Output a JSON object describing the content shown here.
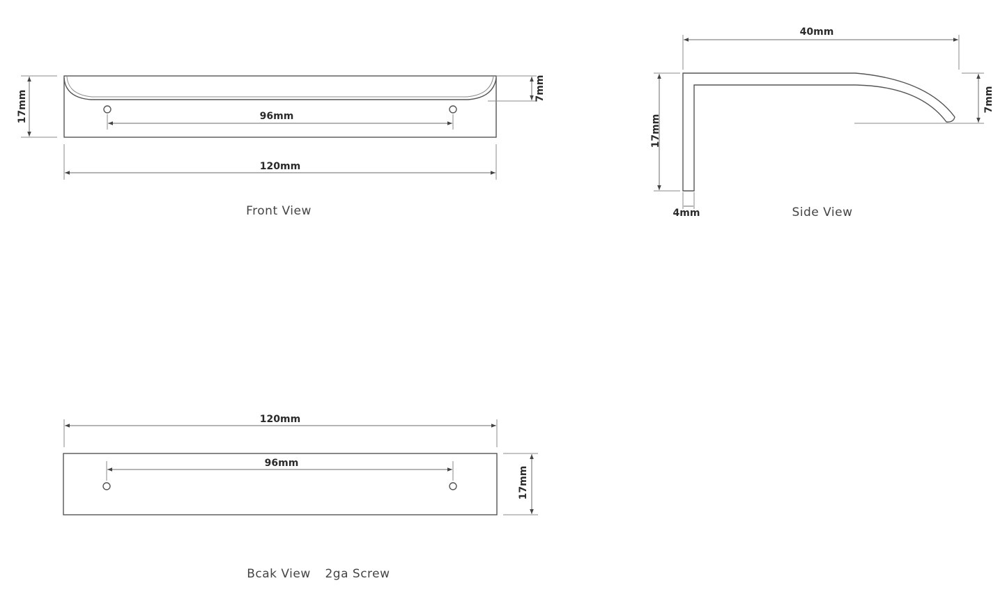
{
  "front_view": {
    "caption": "Front View",
    "dims": {
      "height": "17mm",
      "lip": "7mm",
      "hole_spacing": "96mm",
      "length": "120mm"
    }
  },
  "side_view": {
    "caption": "Side View",
    "dims": {
      "depth": "40mm",
      "height": "17mm",
      "tip": "7mm",
      "thickness": "4mm"
    }
  },
  "back_view": {
    "caption": "Bcak View",
    "screw_note": "2ga Screw",
    "dims": {
      "length": "120mm",
      "hole_spacing": "96mm",
      "height": "17mm"
    }
  }
}
